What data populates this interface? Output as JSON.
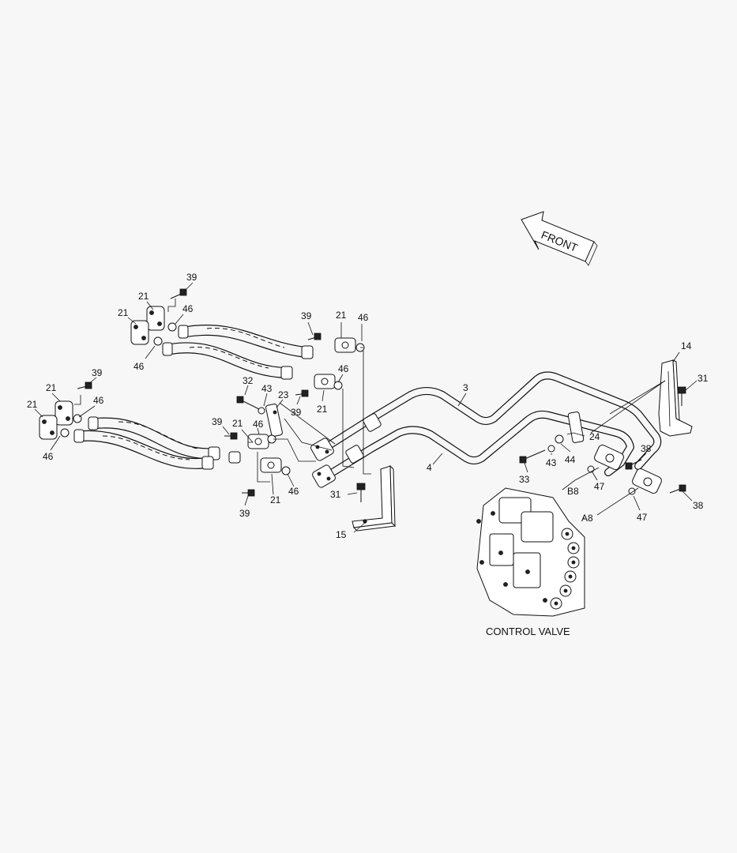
{
  "labels": {
    "front": "FRONT",
    "control_valve": "CONTROL VALVE"
  },
  "callouts": [
    {
      "id": "c-39-a",
      "text": "39"
    },
    {
      "id": "c-21-a",
      "text": "21"
    },
    {
      "id": "c-21-b",
      "text": "21"
    },
    {
      "id": "c-46-a",
      "text": "46"
    },
    {
      "id": "c-46-b",
      "text": "46"
    },
    {
      "id": "c-39-b",
      "text": "39"
    },
    {
      "id": "c-21-c",
      "text": "21"
    },
    {
      "id": "c-46-c",
      "text": "46"
    },
    {
      "id": "c-46-d",
      "text": "46"
    },
    {
      "id": "c-21-d",
      "text": "21"
    },
    {
      "id": "c-39-c",
      "text": "39"
    },
    {
      "id": "c-21-e",
      "text": "21"
    },
    {
      "id": "c-21-f",
      "text": "21"
    },
    {
      "id": "c-46-e",
      "text": "46"
    },
    {
      "id": "c-46-f",
      "text": "46"
    },
    {
      "id": "c-32",
      "text": "32"
    },
    {
      "id": "c-43-a",
      "text": "43"
    },
    {
      "id": "c-23",
      "text": "23"
    },
    {
      "id": "c-39-d",
      "text": "39"
    },
    {
      "id": "c-46-g",
      "text": "46"
    },
    {
      "id": "c-39-e",
      "text": "39"
    },
    {
      "id": "c-21-g",
      "text": "21"
    },
    {
      "id": "c-21-h",
      "text": "21"
    },
    {
      "id": "c-46-h",
      "text": "46"
    },
    {
      "id": "c-39-f",
      "text": "39"
    },
    {
      "id": "c-3",
      "text": "3"
    },
    {
      "id": "c-4",
      "text": "4"
    },
    {
      "id": "c-14",
      "text": "14"
    },
    {
      "id": "c-31-a",
      "text": "31"
    },
    {
      "id": "c-24",
      "text": "24"
    },
    {
      "id": "c-43-b",
      "text": "43"
    },
    {
      "id": "c-44",
      "text": "44"
    },
    {
      "id": "c-33",
      "text": "33"
    },
    {
      "id": "c-38-a",
      "text": "38"
    },
    {
      "id": "c-47-a",
      "text": "47"
    },
    {
      "id": "c-b8",
      "text": "B8"
    },
    {
      "id": "c-a8",
      "text": "A8"
    },
    {
      "id": "c-47-b",
      "text": "47"
    },
    {
      "id": "c-38-b",
      "text": "38"
    },
    {
      "id": "c-31-b",
      "text": "31"
    },
    {
      "id": "c-15",
      "text": "15"
    }
  ]
}
